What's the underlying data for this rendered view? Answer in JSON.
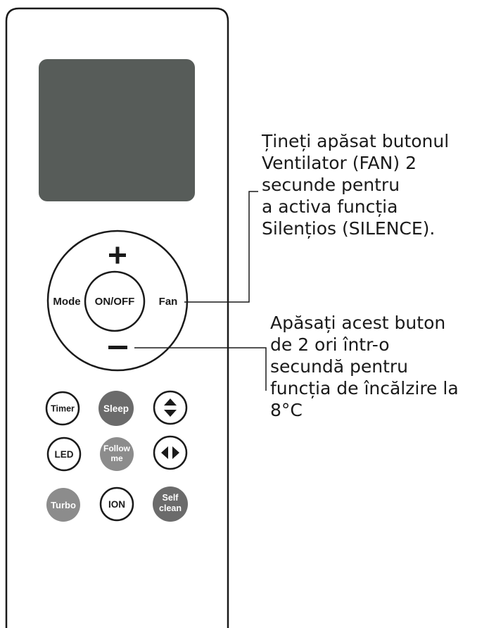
{
  "remote": {
    "display_color": "#575c59",
    "ring": {
      "plus_label": "+",
      "minus_label": "−",
      "mode_label": "Mode",
      "fan_label": "Fan",
      "power_label": "ON/OFF"
    },
    "buttons": {
      "timer": "Timer",
      "sleep": "Sleep",
      "led": "LED",
      "follow_me_line1": "Follow",
      "follow_me_line2": "me",
      "turbo": "Turbo",
      "ion": "ION",
      "self_clean_line1": "Self",
      "self_clean_line2": "clean"
    },
    "icons": {
      "up_down": "up-down-arrows-icon",
      "left_right": "left-right-arrows-icon"
    },
    "colors": {
      "dark_button": "#6b6b6b",
      "medium_button": "#8c8c8c",
      "outline": "#1a1a1a"
    }
  },
  "callouts": {
    "fan": [
      "Țineți apăsat butonul",
      "Ventilator (FAN) 2",
      "secunde pentru",
      "a activa funcția",
      "Silențios (SILENCE)."
    ],
    "minus": [
      "Apăsați acest buton",
      "de 2 ori într-o",
      "secundă pentru",
      "funcția de încălzire la",
      "8°C"
    ]
  }
}
